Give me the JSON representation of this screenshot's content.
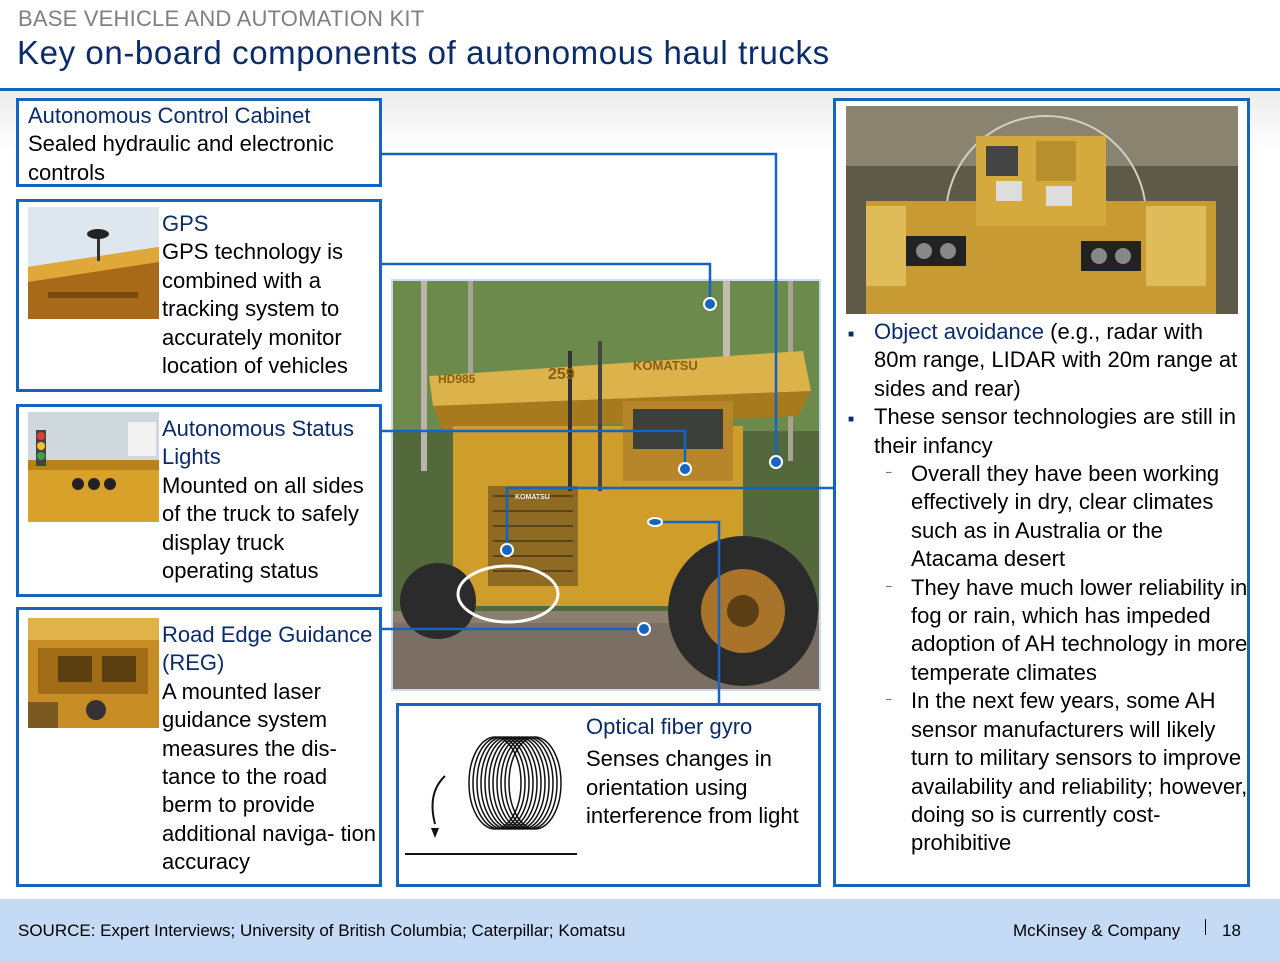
{
  "header": {
    "kicker": "BASE VEHICLE AND AUTOMATION KIT",
    "title": "Key on-board components of autonomous haul trucks"
  },
  "components": {
    "cabinet": {
      "heading": "Autonomous Control Cabinet",
      "body": "Sealed hydraulic and electronic controls"
    },
    "gps": {
      "heading": "GPS",
      "body": "GPS technology is combined with a tracking system to accurately monitor location of vehicles"
    },
    "lights": {
      "heading": "Autonomous Status Lights",
      "body": "Mounted on all sides of the truck to safely display truck operating status"
    },
    "reg": {
      "heading": "Road Edge Guidance (REG)",
      "body": "A mounted laser guidance system measures the dis- tance to the road berm to provide additional naviga- tion accuracy"
    },
    "gyro": {
      "heading": "Optical fiber gyro",
      "body": "Senses changes in orientation using interference from light"
    }
  },
  "truck_markings": {
    "model": "HD985",
    "number": "259",
    "brand": "KOMATSU",
    "grille": "KOMATSU"
  },
  "sensor_panel": {
    "bullet1_head": "Object avoidance",
    "bullet1_rest": " (e.g., radar with 80m range, LIDAR with 20m range at sides and rear)",
    "bullet2": "These sensor technologies are still in their infancy",
    "sub1": "Overall they have been working effectively in dry, clear climates such as in Australia or the Atacama desert",
    "sub2": "They have much lower reliability in fog or rain, which has impeded adoption of AH technology in more temperate climates",
    "sub3": "In the next few years, some AH sensor manufacturers will likely turn to military sensors to improve availability and reliability; however, doing so is currently cost-prohibitive"
  },
  "footer": {
    "source": "SOURCE: Expert Interviews; University of British Columbia; Caterpillar; Komatsu",
    "brand": "McKinsey & Company",
    "page": "18"
  },
  "colors": {
    "accent": "#1565c0",
    "heading": "#0b2c6b",
    "footer_bg": "#c5dbf5",
    "truck_yellow": "#d9a92c"
  }
}
